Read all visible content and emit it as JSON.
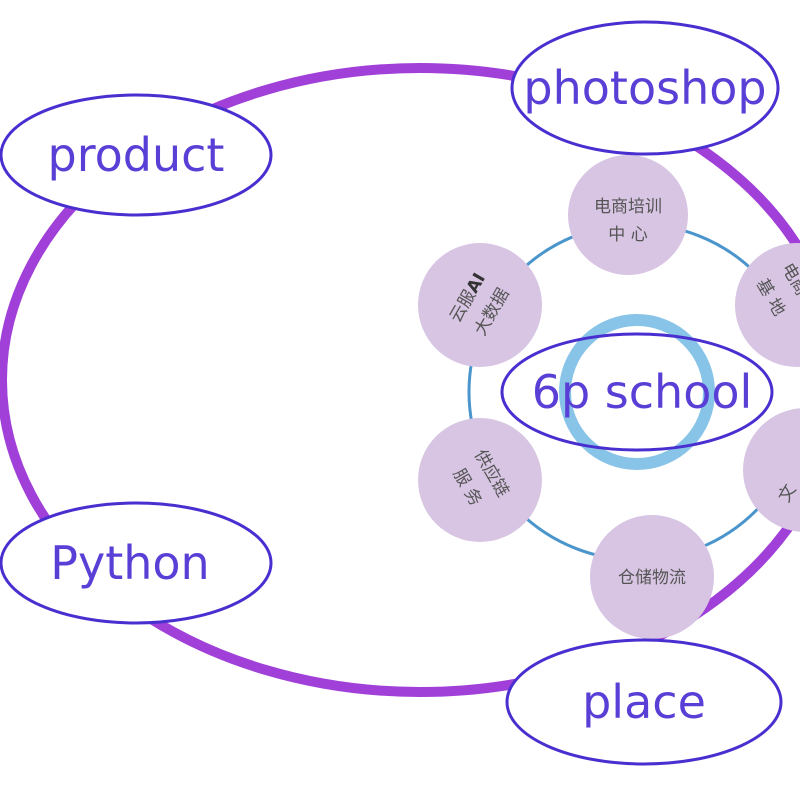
{
  "colors": {
    "loop_stroke": "#a040d8",
    "label_stroke": "#4a2fd0",
    "label_text": "#5a3fd6",
    "petal_fill": "#d7c5e3",
    "ring_stroke": "#4a95cc",
    "center_ring": "#88c4e8"
  },
  "outer_labels": {
    "photoshop": "photoshop",
    "product": "product",
    "python": "Python",
    "place": "place"
  },
  "center_label": "6p school",
  "petals": {
    "top": [
      "电商培训",
      "中  心"
    ],
    "upper_right": [
      "电商",
      "基  地"
    ],
    "upper_left_line1": "云服",
    "upper_left_ai": "AI",
    "upper_left_line2": "大数据",
    "lower_left": [
      "供应链",
      "服  务"
    ],
    "bottom": "仓储物流",
    "lower_right": "文"
  }
}
